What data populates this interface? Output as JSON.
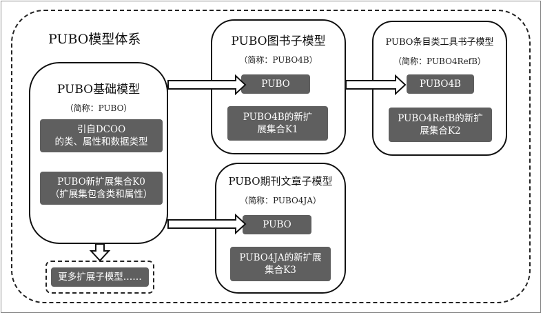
{
  "system_title": "PUBO模型体系",
  "base_model": {
    "title": "PUBO基础模型",
    "abbr": "（简称：PUBO）",
    "box1": [
      "引自DCOO",
      "的类、属性和数据类型"
    ],
    "box2": [
      "PUBO新扩展集合K0",
      "（扩展集包含类和属性）"
    ]
  },
  "more": "更多扩展子模型……",
  "book_model": {
    "title": "PUBO图书子模型",
    "abbr": "（简称：PUBO4B）",
    "inherit": "PUBO",
    "ext": [
      "PUBO4B的新扩",
      "展集合K1"
    ]
  },
  "refbook_model": {
    "title": "PUBO条目类工具书子模型",
    "abbr": "（简称：PUBO4RefB）",
    "inherit": "PUBO4B",
    "ext": [
      "PUBO4RefB的新扩",
      "展集合K2"
    ]
  },
  "journal_model": {
    "title": "PUBO期刊文章子模型",
    "abbr": "（简称：PUBO4JA）",
    "inherit": "PUBO",
    "ext": [
      "PUBO4JA的新扩展",
      "集合K3"
    ]
  },
  "colors": {
    "box_fill": "#5f5f5f",
    "border": "#111111"
  }
}
